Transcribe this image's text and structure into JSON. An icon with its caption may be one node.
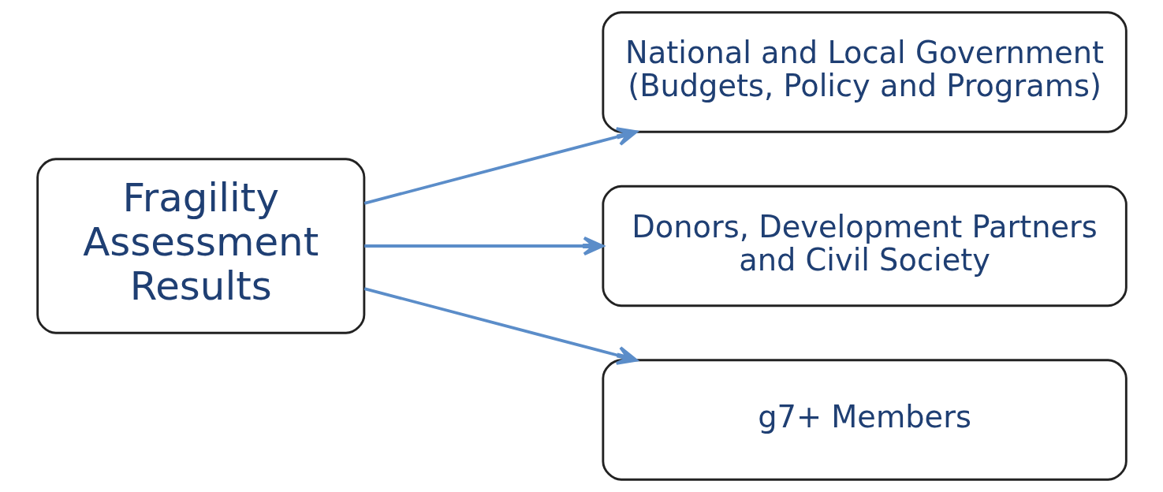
{
  "diagram": {
    "nodes": [
      {
        "text": [
          "Fragility Assessment Results"
        ]
      },
      {
        "text": [
          "National and Local Government (Budgets, Policy and Programs)"
        ]
      },
      {
        "text": [
          "Donors, Development Partners and Civil Society"
        ]
      },
      {
        "text": [
          "g7+ Members"
        ]
      }
    ],
    "edges": [
      {
        "from": 0,
        "to": 1,
        "arrow": "to"
      },
      {
        "from": 0,
        "to": 2,
        "arrow": "to"
      },
      {
        "from": 0,
        "to": 3,
        "arrow": "to"
      }
    ]
  }
}
